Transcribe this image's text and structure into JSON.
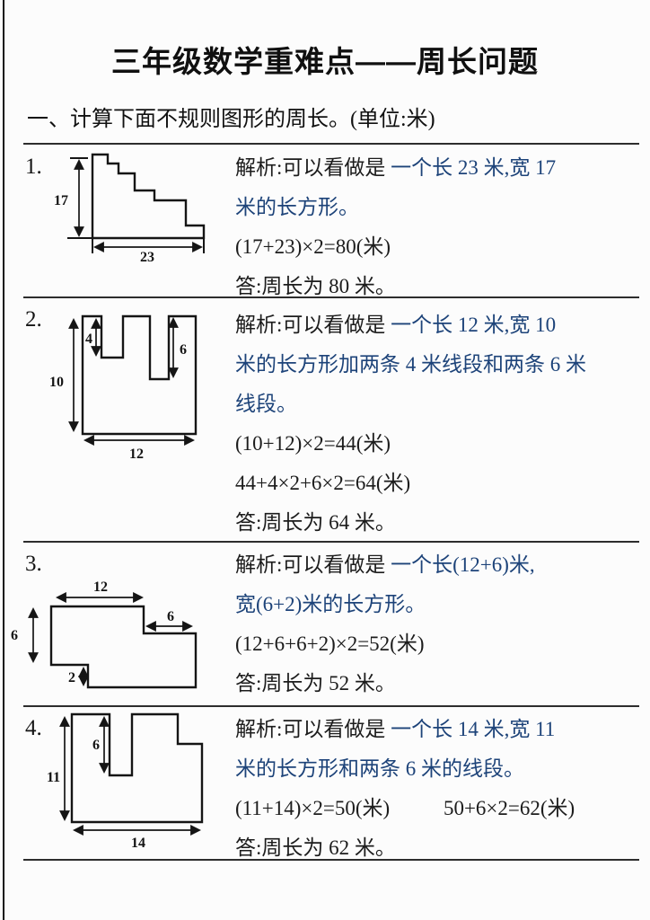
{
  "page": {
    "title": "三年级数学重难点——周长问题",
    "section_heading": "一、计算下面不规则图形的周长。(单位:米)"
  },
  "colors": {
    "text_black": "#1c1c1c",
    "highlight_blue": "#1d4379",
    "rule_line": "#2d2d2d"
  },
  "problems": [
    {
      "number": "1.",
      "figure": {
        "height": "17",
        "width": "23"
      },
      "lines": [
        {
          "parts": [
            {
              "t": "解析:可以看做是",
              "c": "black"
            },
            {
              "t": "一个长 23 米,宽 17",
              "c": "blue"
            }
          ]
        },
        {
          "parts": [
            {
              "t": "米的长方形。",
              "c": "blue"
            }
          ]
        },
        {
          "parts": [
            {
              "t": "(17+23)×2=80(米)",
              "c": "black"
            }
          ]
        },
        {
          "parts": [
            {
              "t": "答:周长为 80 米。",
              "c": "black"
            }
          ]
        }
      ]
    },
    {
      "number": "2.",
      "figure": {
        "height": "10",
        "width": "12",
        "notch1_depth": "4",
        "notch2_depth": "6"
      },
      "lines": [
        {
          "parts": [
            {
              "t": "解析:可以看做是",
              "c": "black"
            },
            {
              "t": "一个长 12 米,宽 10",
              "c": "blue"
            }
          ]
        },
        {
          "parts": [
            {
              "t": "米的长方形加两条 4 米线段和两条 6 米",
              "c": "blue"
            }
          ]
        },
        {
          "parts": [
            {
              "t": "线段。",
              "c": "blue"
            }
          ]
        },
        {
          "parts": [
            {
              "t": "(10+12)×2=44(米)",
              "c": "black"
            }
          ]
        },
        {
          "parts": [
            {
              "t": "44+4×2+6×2=64(米)",
              "c": "black"
            }
          ]
        },
        {
          "parts": [
            {
              "t": "答:周长为 64 米。",
              "c": "black"
            }
          ]
        }
      ]
    },
    {
      "number": "3.",
      "figure": {
        "top_width": "12",
        "right_step": "6",
        "left_height": "6",
        "bottom_step": "2"
      },
      "lines": [
        {
          "parts": [
            {
              "t": "解析:可以看做是",
              "c": "black"
            },
            {
              "t": "一个长(12+6)米,",
              "c": "blue"
            }
          ]
        },
        {
          "parts": [
            {
              "t": "宽(6+2)米的长方形。",
              "c": "blue"
            }
          ]
        },
        {
          "parts": [
            {
              "t": "(12+6+6+2)×2=52(米)",
              "c": "black"
            }
          ]
        },
        {
          "parts": [
            {
              "t": "答:周长为 52 米。",
              "c": "black"
            }
          ]
        }
      ]
    },
    {
      "number": "4.",
      "figure": {
        "height": "11",
        "width": "14",
        "notch_depth": "6"
      },
      "lines": [
        {
          "parts": [
            {
              "t": "解析:可以看做是",
              "c": "black"
            },
            {
              "t": "一个长 14 米,宽 11",
              "c": "blue"
            }
          ]
        },
        {
          "parts": [
            {
              "t": "米的长方形和两条 6 米的线段。",
              "c": "blue"
            }
          ]
        },
        {
          "parts": [
            {
              "t": "(11+14)×2=50(米)",
              "c": "black"
            },
            {
              "t": "50+6×2=62(米)",
              "c": "black"
            }
          ]
        },
        {
          "parts": [
            {
              "t": "答:周长为 62 米。",
              "c": "black"
            }
          ]
        }
      ]
    }
  ]
}
